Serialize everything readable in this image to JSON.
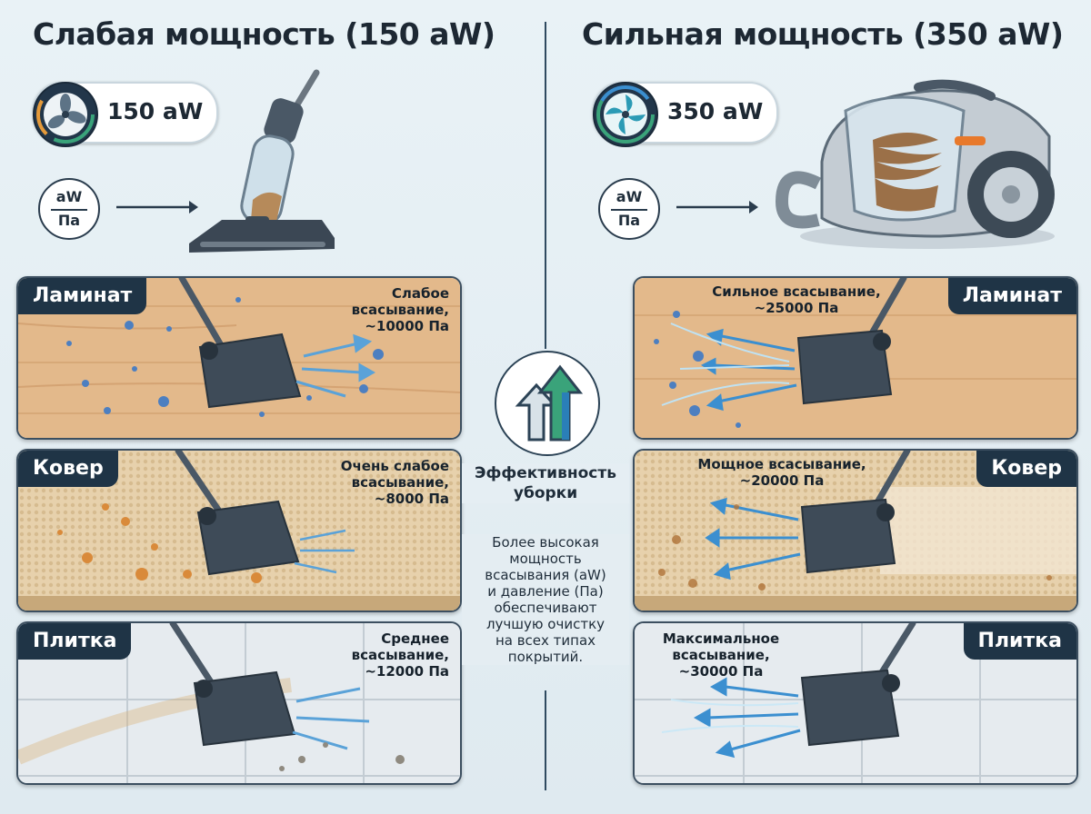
{
  "left": {
    "title": "Слабая мощность (150 aW)",
    "power_badge": "150 aW",
    "ratio_top": "aW",
    "ratio_bottom": "Па",
    "panels": [
      {
        "floor": "Ламинат",
        "suction": [
          "Слабое",
          "всасывание,",
          "~10000 Па"
        ]
      },
      {
        "floor": "Ковер",
        "suction": [
          "Очень слабое",
          "всасывание,",
          "~8000 Па"
        ]
      },
      {
        "floor": "Плитка",
        "suction": [
          "Среднее",
          "всасывание,",
          "~12000 Па"
        ]
      }
    ]
  },
  "right": {
    "title": "Сильная мощность (350 aW)",
    "power_badge": "350 aW",
    "ratio_top": "aW",
    "ratio_bottom": "Па",
    "panels": [
      {
        "floor": "Ламинат",
        "suction": [
          "Сильное всасывание,",
          "~25000 Па"
        ]
      },
      {
        "floor": "Ковер",
        "suction": [
          "Мощное всасывание,",
          "~20000 Па"
        ]
      },
      {
        "floor": "Плитка",
        "suction": [
          "Максимальное",
          "всасывание,",
          "~30000 Па"
        ]
      }
    ]
  },
  "center": {
    "title": [
      "Эффективность",
      "уборки"
    ],
    "text": [
      "Более высокая",
      "мощность",
      "всасывания (aW)",
      "и давление (Па)",
      "обеспечивают",
      "лучшую очистку",
      "на всех типах",
      "покрытий."
    ]
  },
  "colors": {
    "dark_navy": "#1f3446",
    "laminate": "#e2b98a",
    "carpet": "#e8d3b0",
    "tile": "#e4eaee",
    "airflow": "#3b8fd0",
    "accent_green": "#3aa37a"
  },
  "icons": [
    "fan-icon",
    "ratio-icon",
    "arrow-right-icon",
    "stick-vacuum-illustration",
    "canister-vacuum-illustration",
    "efficiency-arrows-icon"
  ]
}
